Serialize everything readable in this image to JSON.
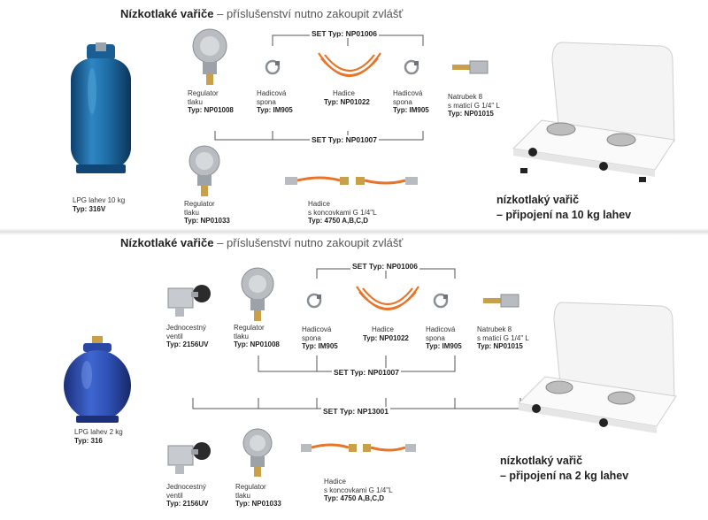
{
  "sections": [
    {
      "header_title": "Nízkotlaké vařiče",
      "header_sep": "–",
      "header_desc": "příslušenství nutno zakoupit zvlášť",
      "bottle": {
        "name": "LPG lahev 10 kg",
        "type": "Typ: 316V"
      },
      "regulator": {
        "name": "Regulator",
        "name2": "tlaku",
        "type": "Typ: NP01008"
      },
      "clamp_left": {
        "name": "Hadicová",
        "name2": "spona",
        "type": "Typ: IM905"
      },
      "hose": {
        "name": "Hadice",
        "type": "Typ: NP01022"
      },
      "clamp_right": {
        "name": "Hadicová",
        "name2": "spona",
        "type": "Typ: IM905"
      },
      "nipple": {
        "name": "Natrubek 8",
        "name2": "s maticí G 1/4\" L",
        "type": "Typ: NP01015"
      },
      "regulator2": {
        "name": "Regulator",
        "name2": "tlaku",
        "type": "Typ: NP01033"
      },
      "hose2": {
        "name": "Hadice",
        "name2": "s koncovkami G 1/4\"L",
        "type": "Typ: 4750 A,B,C,D"
      },
      "set_top": "SET Typ: NP01006",
      "set_mid": "SET Typ: NP01007",
      "stove_caption1": "nízkotlaký vařič",
      "stove_caption2": "– připojení na 10 kg lahev"
    },
    {
      "header_title": "Nízkotlaké vařiče",
      "header_sep": "–",
      "header_desc": "příslušenství nutno zakoupit zvlášť",
      "bottle": {
        "name": "LPG lahev 2 kg",
        "type": "Typ: 316"
      },
      "valve": {
        "name": "Jednocestný",
        "name2": "ventil",
        "type": "Typ: 2156UV"
      },
      "regulator": {
        "name": "Regulator",
        "name2": "tlaku",
        "type": "Typ: NP01008"
      },
      "clamp_left": {
        "name": "Hadicová",
        "name2": "spona",
        "type": "Typ: IM905"
      },
      "hose": {
        "name": "Hadice",
        "type": "Typ: NP01022"
      },
      "clamp_right": {
        "name": "Hadicová",
        "name2": "spona",
        "type": "Typ: IM905"
      },
      "nipple": {
        "name": "Natrubek 8",
        "name2": "s maticí G 1/4\" L",
        "type": "Typ: NP01015"
      },
      "valve2": {
        "name": "Jednocestný",
        "name2": "ventil",
        "type": "Typ: 2156UV"
      },
      "regulator2": {
        "name": "Regulator",
        "name2": "tlaku",
        "type": "Typ: NP01033"
      },
      "hose2": {
        "name": "Hadice",
        "name2": "s koncovkami G 1/4\"L",
        "type": "Typ: 4750 A,B,C,D"
      },
      "set_top": "SET Typ: NP01006",
      "set_mid": "SET Typ: NP01007",
      "set_bottom": "SET Typ: NP13001",
      "stove_caption1": "nízkotlaký vařič",
      "stove_caption2": "– připojení na 2 kg lahev"
    }
  ],
  "colors": {
    "bottle_blue": "#1f6fa8",
    "bottle_blue_small": "#2f52b8",
    "hose_orange": "#e8742a",
    "metal_gray": "#a9adb2",
    "brass": "#c9a04a"
  },
  "icons": [
    "gas-bottle-icon",
    "pressure-regulator-icon",
    "hose-clamp-icon",
    "gas-hose-icon",
    "hose-nipple-icon",
    "one-way-valve-icon",
    "gas-stove-icon"
  ]
}
